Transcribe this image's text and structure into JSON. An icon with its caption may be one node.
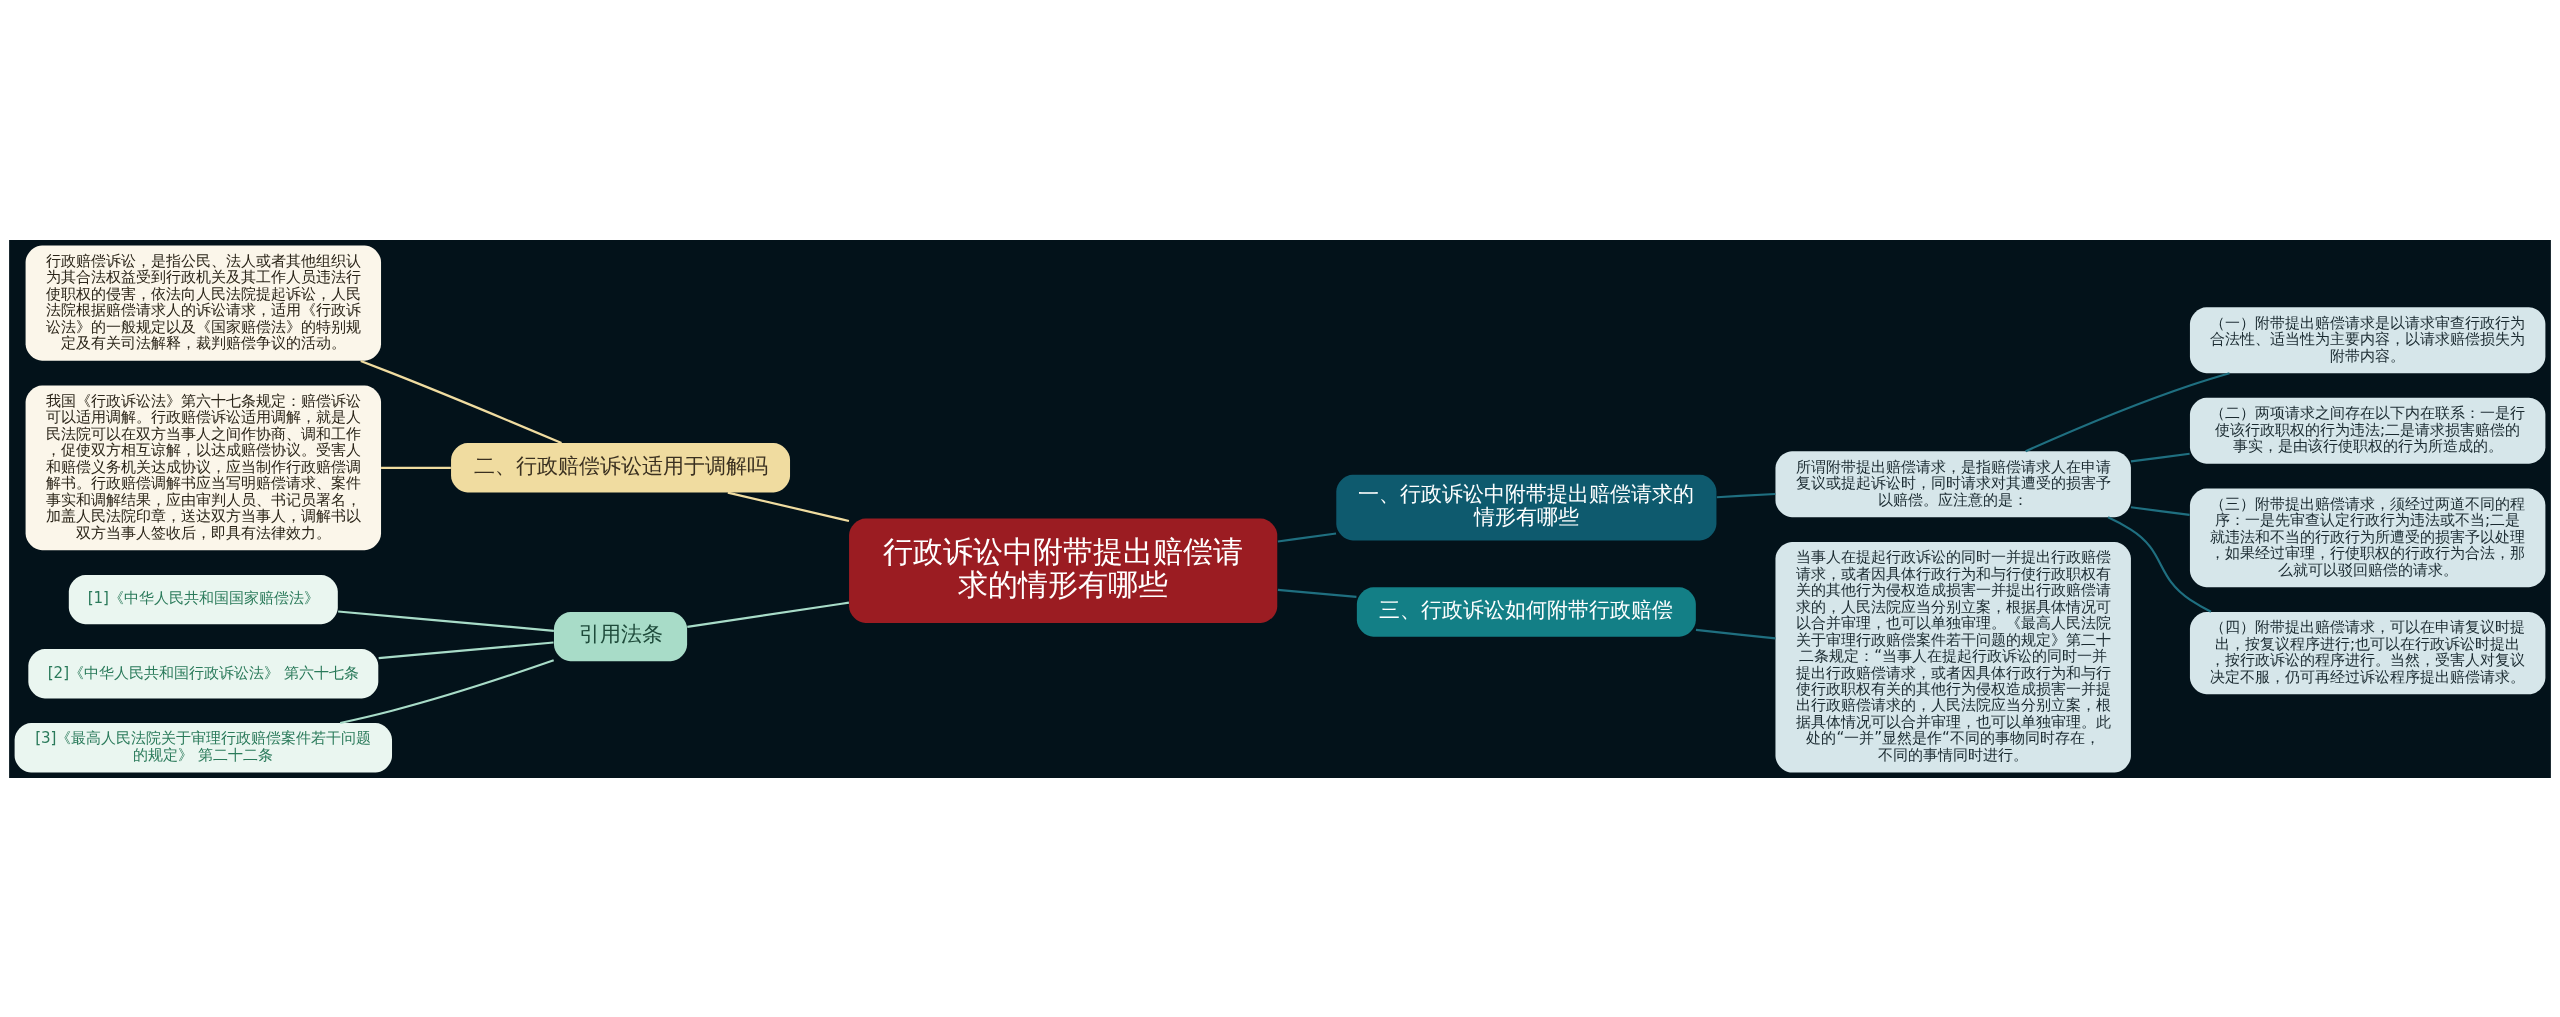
{
  "diagram": {
    "nodes": [
      {
        "text": [
          "行政诉讼中附带提出赔偿请求的情形有哪些"
        ]
      },
      {
        "text": [
          "一、行政诉讼中附带提出赔偿请求的情形有哪些"
        ]
      },
      {
        "text": [
          "所谓附带提出赔偿请求，是指赔偿请求人在申请复议或提起诉讼时，同时请求对其遭受的损害予以赔偿。应注意的是："
        ]
      },
      {
        "text": [
          "（一）附带提出赔偿请求是以请求审查行政行为合法性、适当性为主要内容，以请求赔偿损失为附带内容。"
        ]
      },
      {
        "text": [
          "（二）两项请求之间存在以下内在联系：一是行使该行政职权的行为违法;二是请求损害赔偿的事实，是由该行使职权的行为所造成的。"
        ]
      },
      {
        "text": [
          "（三）附带提出赔偿请求，须经过两道不同的程序：一是先审查认定行政行为违法或不当;二是就违法和不当的行政行为所遭受的损害予以处理，如果经过审理，行使职权的行政行为合法，那么就可以驳回赔偿的请求。"
        ]
      },
      {
        "text": [
          "（四）附带提出赔偿请求，可以在申请复议时提出，按复议程序进行;也可以在行政诉讼时提出，按行政诉讼的程序进行。当然，受害人对复议决定不服，仍可再经过诉讼程序提出赔偿请求。"
        ]
      },
      {
        "text": [
          "三、行政诉讼如何附带行政赔偿"
        ]
      },
      {
        "text": [
          "当事人在提起行政诉讼的同时一并提出行政赔偿请求，或者因具体行政行为和与行使行政职权有关的其他行为侵权造成损害一并提出行政赔偿请求的，人民法院应当分别立案，根据具体情况可以合并审理，也可以单独审理。《最高人民法院关于审理行政赔偿案件若干问题的规定》第二十二条规定：“当事人在提起行政诉讼的同时一并提出行政赔偿请求，或者因具体行政行为和与行使行政职权有关的其他行为侵权造成损害一并提出行政赔偿请求的，人民法院应当分别立案，根据具体情况可以合并审理，也可以单独审理。此处的“一并”显然是作“不同的事物同时存在，不同的事情同时进行。"
        ]
      },
      {
        "text": [
          "二、行政赔偿诉讼适用于调解吗"
        ]
      },
      {
        "text": [
          "行政赔偿诉讼，是指公民、法人或者其他组织认为其合法权益受到行政机关及其工作人员违法行使职权的侵害，依法向人民法院提起诉讼，人民法院根据赔偿请求人的诉讼请求，适用《行政诉讼法》的一般规定以及《国家赔偿法》的特别规定及有关司法解释，裁判赔偿争议的活动。"
        ]
      },
      {
        "text": [
          "我国《行政诉讼法》第六十七条规定：赔偿诉讼可以适用调解。行政赔偿诉讼适用调解，就是人民法院可以在双方当事人之间作协商、调和工作，促使双方相互谅解，以达成赔偿协议。受害人和赔偿义务机关达成协议，应当制作行政赔偿调解书。行政赔偿调解书应当写明赔偿请求、案件事实和调解结果，应由审判人员、书记员署名，加盖人民法院印章，送达双方当事人，调解书以双方当事人签收后，即具有法律效力。"
        ]
      },
      {
        "text": [
          "引用法条"
        ]
      },
      {
        "text": [
          "[1]《中华人民共和国国家赔偿法》"
        ]
      },
      {
        "text": [
          "[2]《中华人民共和国行政诉讼法》 第六十七条"
        ]
      },
      {
        "text": [
          "[3]《最高人民法院关于审理行政赔偿案件若干问题的规定》 第二十二条"
        ]
      }
    ],
    "edges": [
      {
        "from": 0,
        "to": 1,
        "arrow": "none"
      },
      {
        "from": 1,
        "to": 2,
        "arrow": "none"
      },
      {
        "from": 2,
        "to": 3,
        "arrow": "none"
      },
      {
        "from": 2,
        "to": 4,
        "arrow": "none"
      },
      {
        "from": 2,
        "to": 5,
        "arrow": "none"
      },
      {
        "from": 2,
        "to": 6,
        "arrow": "none"
      },
      {
        "from": 0,
        "to": 7,
        "arrow": "none"
      },
      {
        "from": 7,
        "to": 8,
        "arrow": "none"
      },
      {
        "from": 0,
        "to": 9,
        "arrow": "none",
        "color": "#f0dca0"
      },
      {
        "from": 9,
        "to": 10,
        "arrow": "none",
        "color": "#f0dca0"
      },
      {
        "from": 9,
        "to": 11,
        "arrow": "none",
        "color": "#f0dca0"
      },
      {
        "from": 0,
        "to": 12,
        "arrow": "none",
        "color": "#a8dcc8"
      },
      {
        "from": 12,
        "to": 13,
        "arrow": "none",
        "color": "#a8dcc8"
      },
      {
        "from": 12,
        "to": 14,
        "arrow": "none",
        "color": "#a8dcc8"
      },
      {
        "from": 12,
        "to": 15,
        "arrow": "none",
        "color": "#a8dcc8"
      }
    ]
  }
}
